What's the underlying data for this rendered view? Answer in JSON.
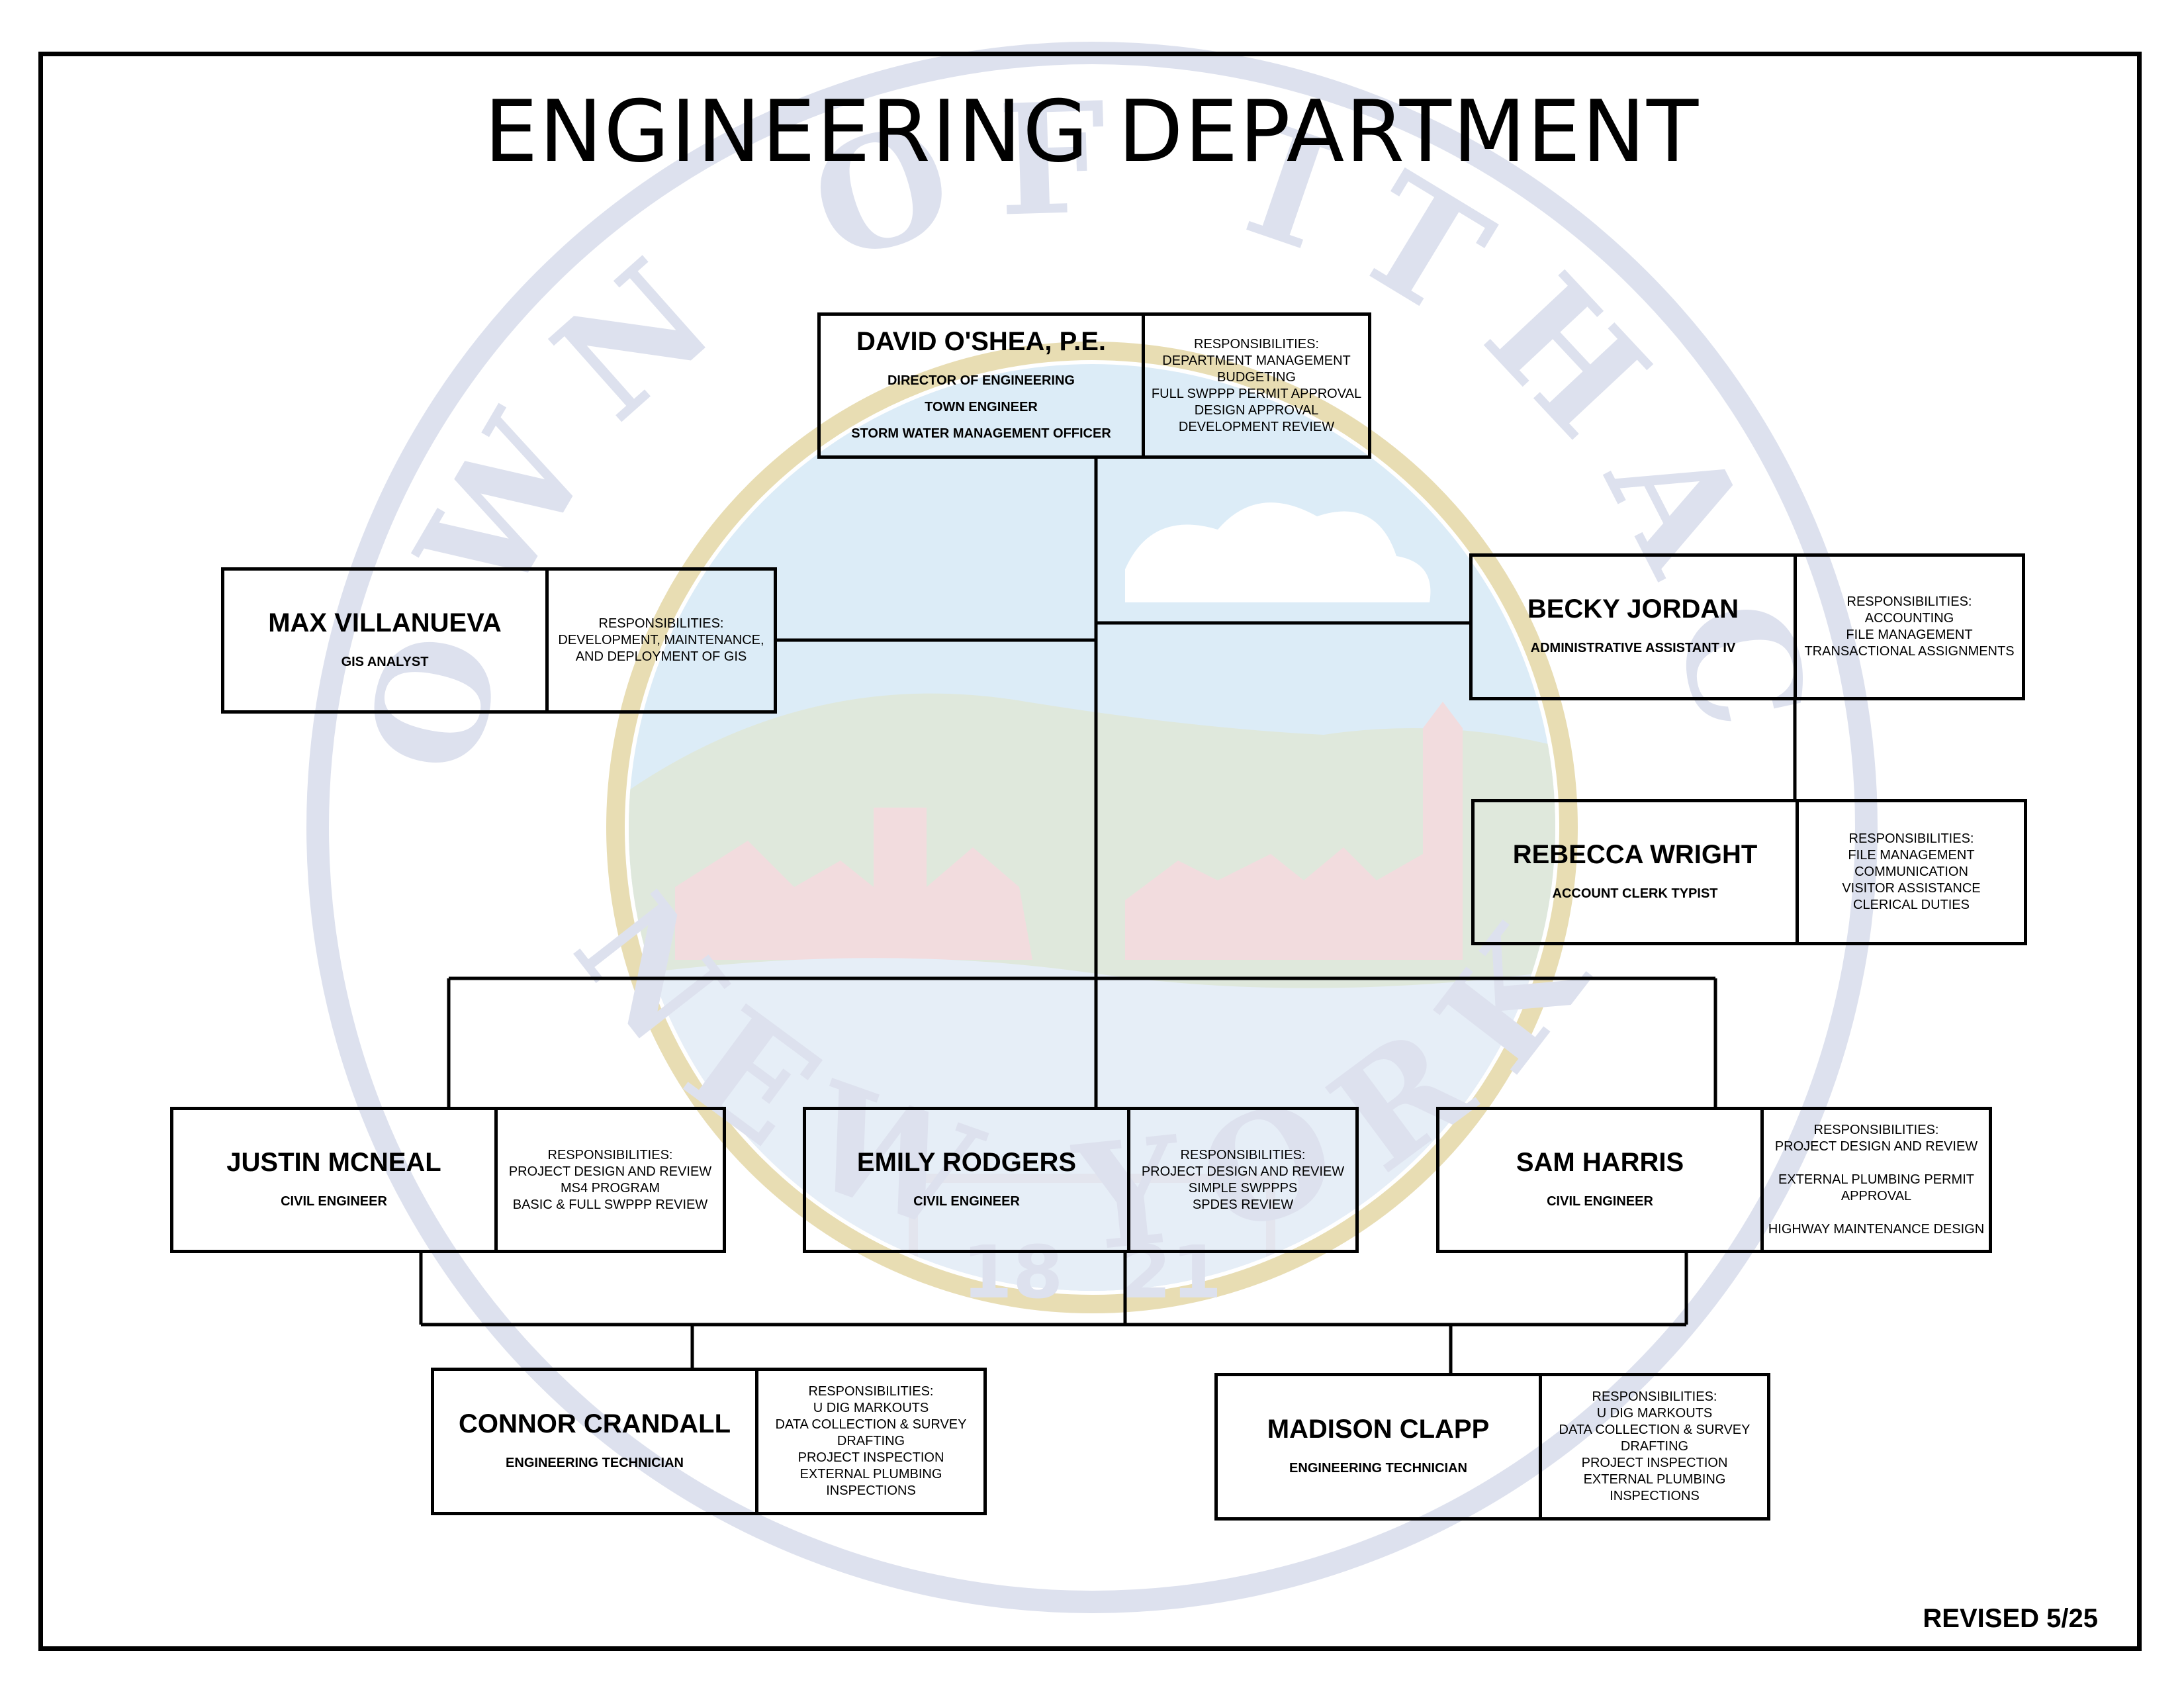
{
  "title": "ENGINEERING DEPARTMENT",
  "revised": "REVISED 5/25",
  "seal": {
    "ring_text_top": "TOWN OF ITHACA",
    "ring_text_bottom": "NEW YORK",
    "year_left": "18",
    "year_right": "21",
    "colors": {
      "ring": "#dde1ee",
      "ring_border": "#e8ddb3",
      "sky": "#dcecf7",
      "hill": "#dfe8dc",
      "barn": "#f2dcde"
    }
  },
  "staff": [
    {
      "id": "david-oshea",
      "name": "DAVID O'SHEA, P.E.",
      "titles": [
        "DIRECTOR OF ENGINEERING",
        "TOWN ENGINEER",
        "STORM WATER MANAGEMENT OFFICER"
      ],
      "responsibilities": [
        "RESPONSIBILITIES:",
        "DEPARTMENT MANAGEMENT",
        "BUDGETING",
        "FULL SWPPP PERMIT APPROVAL",
        "DESIGN APPROVAL",
        "DEVELOPMENT REVIEW"
      ]
    },
    {
      "id": "max-villanueva",
      "name": "MAX VILLANUEVA",
      "titles": [
        "GIS ANALYST"
      ],
      "responsibilities": [
        "RESPONSIBILITIES:",
        "DEVELOPMENT, MAINTENANCE,",
        "AND DEPLOYMENT OF GIS"
      ]
    },
    {
      "id": "becky-jordan",
      "name": "BECKY JORDAN",
      "titles": [
        "ADMINISTRATIVE ASSISTANT IV"
      ],
      "responsibilities": [
        "RESPONSIBILITIES:",
        "ACCOUNTING",
        "FILE MANAGEMENT",
        "TRANSACTIONAL ASSIGNMENTS"
      ]
    },
    {
      "id": "rebecca-wright",
      "name": "REBECCA WRIGHT",
      "titles": [
        "ACCOUNT CLERK TYPIST"
      ],
      "responsibilities": [
        "RESPONSIBILITIES:",
        "FILE MANAGEMENT",
        "COMMUNICATION",
        "VISITOR ASSISTANCE",
        "CLERICAL DUTIES"
      ]
    },
    {
      "id": "justin-mcneal",
      "name": "JUSTIN MCNEAL",
      "titles": [
        "CIVIL ENGINEER"
      ],
      "responsibilities": [
        "RESPONSIBILITIES:",
        "PROJECT DESIGN AND  REVIEW",
        "MS4 PROGRAM",
        "BASIC & FULL SWPPP REVIEW"
      ]
    },
    {
      "id": "emily-rodgers",
      "name": "EMILY RODGERS",
      "titles": [
        "CIVIL ENGINEER"
      ],
      "responsibilities": [
        "RESPONSIBILITIES:",
        "PROJECT DESIGN AND REVIEW",
        "SIMPLE SWPPPS",
        "SPDES REVIEW"
      ]
    },
    {
      "id": "sam-harris",
      "name": "SAM HARRIS",
      "titles": [
        "CIVIL ENGINEER"
      ],
      "responsibilities": [
        "RESPONSIBILITIES:",
        "PROJECT DESIGN AND REVIEW",
        "",
        "EXTERNAL PLUMBING PERMIT",
        "APPROVAL",
        "",
        "HIGHWAY MAINTENANCE DESIGN"
      ]
    },
    {
      "id": "connor-crandall",
      "name": "CONNOR CRANDALL",
      "titles": [
        "ENGINEERING TECHNICIAN"
      ],
      "responsibilities": [
        "RESPONSIBILITIES:",
        "U DIG MARKOUTS",
        "DATA COLLECTION & SURVEY",
        "DRAFTING",
        "PROJECT INSPECTION",
        "EXTERNAL PLUMBING",
        "INSPECTIONS"
      ]
    },
    {
      "id": "madison-clapp",
      "name": "MADISON CLAPP",
      "titles": [
        "ENGINEERING TECHNICIAN"
      ],
      "responsibilities": [
        "RESPONSIBILITIES:",
        "U DIG MARKOUTS",
        "DATA COLLECTION & SURVEY",
        "DRAFTING",
        "PROJECT INSPECTION",
        "EXTERNAL PLUMBING",
        "INSPECTIONS"
      ]
    }
  ]
}
